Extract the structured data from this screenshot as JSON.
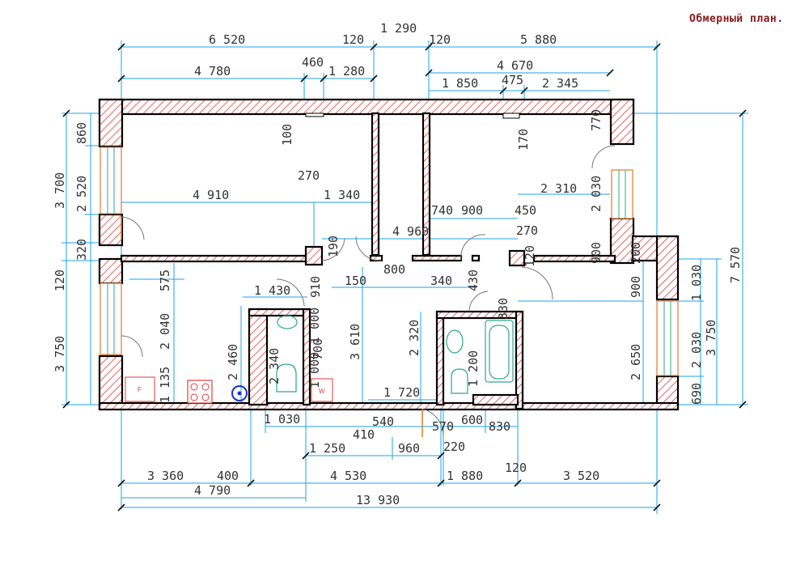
{
  "title": "Обмерный план.",
  "top_dims": {
    "overall": "1 290",
    "row1": [
      "6 520",
      "120",
      "120",
      "5 880"
    ],
    "row2": [
      "460",
      "4 780",
      "1 280",
      "4 670"
    ],
    "row3": [
      "1 850",
      "475",
      "2 345"
    ]
  },
  "interior_dims": [
    "100",
    "270",
    "4 910",
    "1 340",
    "4 960",
    "740",
    "900",
    "450",
    "2 310",
    "270",
    "190",
    "800",
    "150",
    "340",
    "910",
    "1 430",
    "1 000",
    "3 610",
    "700",
    "1 000",
    "430",
    "330",
    "2 320",
    "1 200",
    "1 720",
    "170",
    "770",
    "2 030",
    "900",
    "200",
    "120",
    "900",
    "2 650"
  ],
  "left_dims": [
    "860",
    "3 700",
    "2 520",
    "320",
    "120",
    "575",
    "2 040",
    "3 750",
    "1 135",
    "2 460",
    "2 340"
  ],
  "right_dims": [
    "1 030",
    "7 570",
    "3 750",
    "2 030",
    "690"
  ],
  "bottom_dims": {
    "row1": [
      "1 030",
      "540",
      "570",
      "600",
      "830"
    ],
    "row2": [
      "410",
      "1 250",
      "960",
      "220"
    ],
    "row3": [
      "3 360",
      "400",
      "4 530",
      "1 880",
      "120",
      "3 520"
    ],
    "row4": [
      "4 790"
    ],
    "overall": "13 930"
  },
  "fixture_labels": {
    "stove": "F",
    "boiler": "W"
  },
  "colors": {
    "dim_line": "#1aa3e8",
    "hatch": "#e23b3b",
    "door": "#e07a2a",
    "fixture": "#2aa88a",
    "riser": "#1a2fd0"
  }
}
